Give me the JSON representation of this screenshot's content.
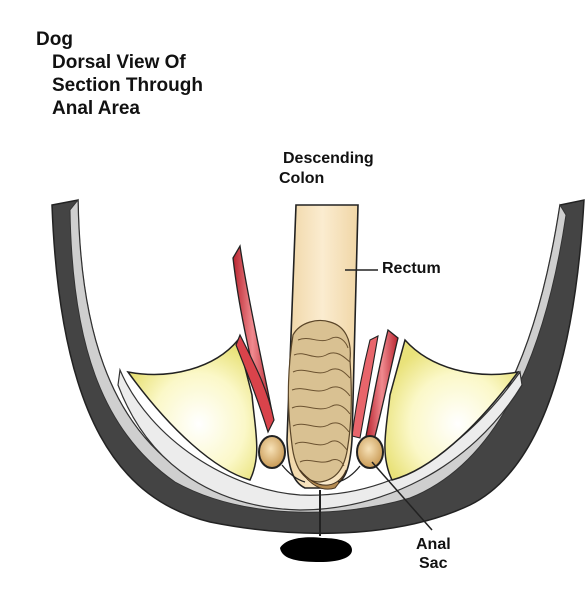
{
  "title": {
    "line1": "Dog",
    "line2": "Dorsal View Of",
    "line3": "Section Through",
    "line4": "Anal Area"
  },
  "labels": {
    "descending_colon_line1": "Descending",
    "descending_colon_line2": "Colon",
    "rectum": "Rectum",
    "anal_sac_line1": "Anal",
    "anal_sac_line2": "Sac"
  },
  "colors": {
    "body_wall": "#333333",
    "colon": "#f3dcb0",
    "feces": "#d4b98a",
    "muscle": "#d9434b",
    "fat": "#f6f3a3",
    "anal_sac": "#e5c48f"
  }
}
